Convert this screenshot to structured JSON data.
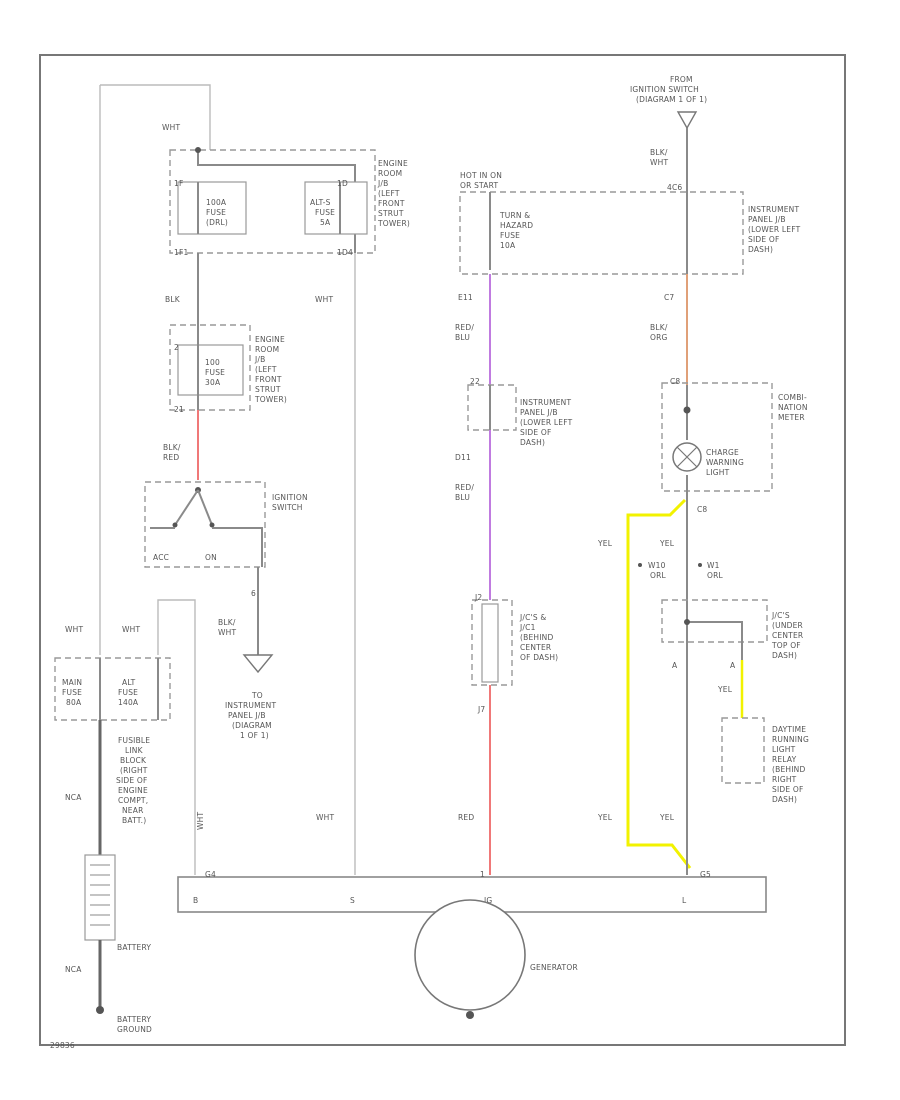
{
  "diagram": {
    "colors": {
      "frame": "#777777",
      "wire": "#8a8a8a",
      "wire_red": "#f07878",
      "wire_violet": "#c07be0",
      "wire_orange": "#e0a078",
      "wire_yellow": "#f2f200"
    },
    "fuse_boxes": {
      "engine_room_jb_right": {
        "label": [
          "ENGINE",
          "ROOM",
          "J/B",
          "(LEFT",
          "FRONT",
          "STRUT",
          "TOWER)"
        ],
        "fuse_a": [
          "100A",
          "FUSE",
          "(DRL)"
        ],
        "fuse_b": [
          "ALT-S",
          "FUSE",
          "5A"
        ],
        "pin_top_left": "1F",
        "pin_top_right": "1D",
        "pin_bottom_left": "1F1",
        "pin_bottom_right": "1D4"
      },
      "engine_room_jb_left": {
        "label": [
          "ENGINE",
          "ROOM",
          "J/B",
          "(LEFT",
          "FRONT",
          "STRUT",
          "TOWER)"
        ],
        "fuse": [
          "100",
          "FUSE",
          "30A"
        ],
        "pin_top": "2",
        "pin_bottom": "21"
      }
    },
    "ignition_switch": {
      "label": [
        "IGNITION",
        "SWITCH"
      ],
      "acc": "ACC",
      "on": "ON",
      "pin": "6"
    },
    "fusible_link_block": {
      "fuse_left": [
        "MAIN",
        "FUSE",
        "80A"
      ],
      "fuse_right": [
        "ALT",
        "FUSE",
        "140A"
      ],
      "label": [
        "FUSIBLE",
        "LINK",
        "BLOCK",
        "(RIGHT",
        "SIDE OF",
        "ENGINE",
        "COMPT,",
        "NEAR",
        "BATT.)"
      ]
    },
    "battery": {
      "label": "BATTERY"
    },
    "battery_ground": {
      "label": [
        "BATTERY",
        "GROUND"
      ]
    },
    "to_ij": {
      "label": [
        "TO",
        "INSTRUMENT",
        "PANEL J/B",
        "(DIAGRAM",
        "1 OF 1)"
      ]
    },
    "turn_fuse": {
      "hot_label": [
        "HOT IN ON",
        "OR START"
      ],
      "fuse": [
        "TURN &",
        "HAZARD",
        "FUSE",
        "10A"
      ],
      "pin": "E11"
    },
    "ip_jb_top": {
      "label": [
        "INSTRUMENT",
        "PANEL J/B",
        "(LOWER LEFT",
        "SIDE OF",
        "DASH)"
      ],
      "pin_top": "4C6",
      "pin_bottom": "C7"
    },
    "ip_jb_mid": {
      "label": [
        "INSTRUMENT",
        "PANEL J/B",
        "(LOWER LEFT",
        "SIDE OF",
        "DASH)"
      ],
      "pin_top": "22",
      "pin_bottom": "D11"
    },
    "jc": {
      "label": [
        "J/C'S &",
        "J/C1",
        "(BEHIND",
        "CENTER",
        "OF DASH)"
      ],
      "pin_top": "J2",
      "pin_bottom": "J7"
    },
    "combination_meter": {
      "label": [
        "COMBI-",
        "NATION",
        "METER"
      ],
      "lamp": [
        "CHARGE",
        "WARNING",
        "LIGHT"
      ],
      "pin_top": "C8",
      "pin_bottom": "C8"
    },
    "jc_under": {
      "label": [
        "J/C'S",
        "(UNDER",
        "CENTER",
        "TOP OF",
        "DASH)"
      ],
      "pin_left": "A",
      "pin_right": "A"
    },
    "drl_relay": {
      "label": [
        "DAYTIME",
        "RUNNING",
        "LIGHT",
        "RELAY",
        "(BEHIND",
        "RIGHT",
        "SIDE OF",
        "DASH)"
      ]
    },
    "ignition_from": {
      "label": [
        "FROM",
        "IGNITION SWITCH",
        "(DIAGRAM 1 OF 1)"
      ]
    },
    "generator": {
      "label": "GENERATOR",
      "terminal_labels": [
        "B",
        "S",
        "IG",
        "L"
      ],
      "pin_b": "G4",
      "pin_ig": "1",
      "pin_l": "G5"
    },
    "wire_colors": {
      "wht_top": "WHT",
      "blk_1": "BLK",
      "blk_red": [
        "BLK/",
        "RED"
      ],
      "wht_mid": "WHT",
      "blk_wht": [
        "BLK/",
        "WHT"
      ],
      "wht_left": "WHT",
      "wht_left2": "WHT",
      "nca_1": "NCA",
      "nca_2": "NCA",
      "wht_b": "WHT",
      "wht_s": "WHT",
      "red_blu_1": [
        "RED/",
        "BLU"
      ],
      "red_blu_2": [
        "RED/",
        "BLU"
      ],
      "red": "RED",
      "blk_wht_r": [
        "BLK/",
        "WHT"
      ],
      "blk_org": [
        "BLK/",
        "ORG"
      ],
      "yel_1": "YEL",
      "yel_2": "YEL",
      "yel_3": "YEL",
      "yel_4": "YEL",
      "yel_5": "YEL",
      "grn_1": [
        "W10",
        "ORL"
      ],
      "grn_2": [
        "W1",
        "ORL"
      ]
    },
    "corner_code": "29836"
  }
}
